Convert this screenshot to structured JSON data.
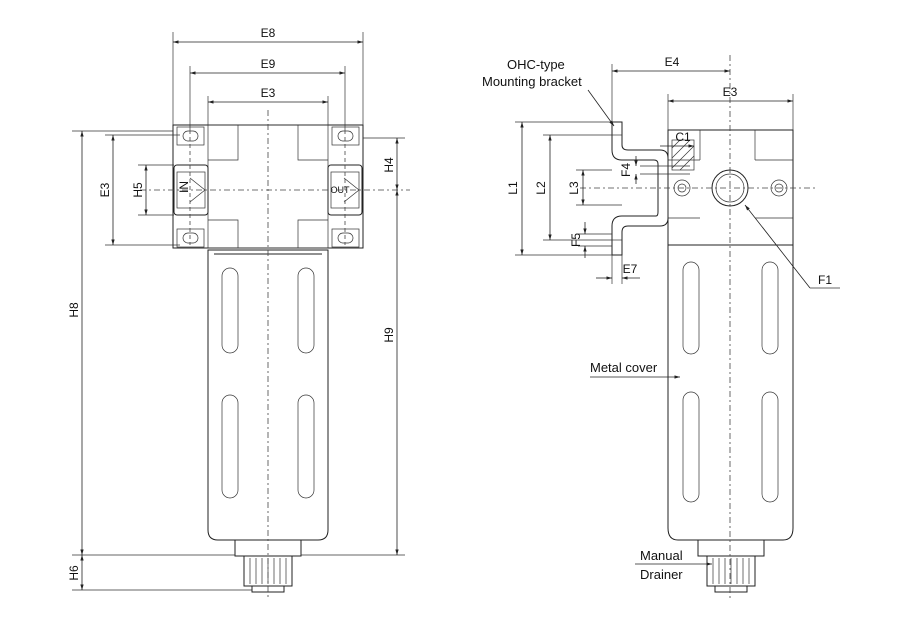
{
  "left_view": {
    "dims": {
      "e8": "E8",
      "e9": "E9",
      "e3_top": "E3",
      "e3_side": "E3",
      "h5": "H5",
      "h4": "H4",
      "h8": "H8",
      "h9": "H9",
      "h6": "H6"
    },
    "port_in": "IN",
    "port_out": "OUT"
  },
  "right_view": {
    "dims": {
      "e4": "E4",
      "e3": "E3",
      "c1": "C1",
      "f4": "F4",
      "l1": "L1",
      "l2": "L2",
      "l3": "L3",
      "f5": "F5",
      "e7": "E7",
      "f1": "F1"
    },
    "callouts": {
      "bracket_line1": "OHC-type",
      "bracket_line2": "Mounting bracket",
      "metal_cover": "Metal cover",
      "drainer_line1": "Manual",
      "drainer_line2": "Drainer"
    }
  }
}
